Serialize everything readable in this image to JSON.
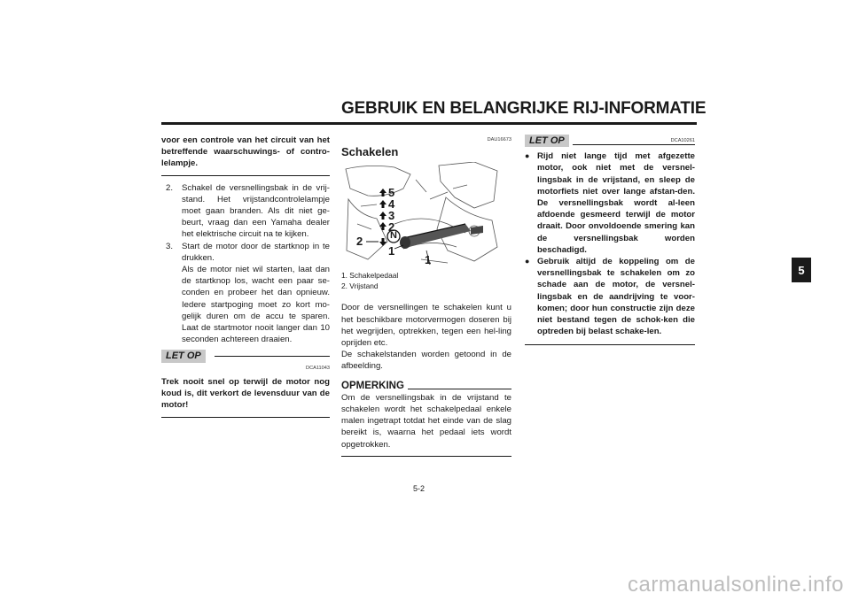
{
  "header": {
    "title": "GEBRUIK EN BELANGRIJKE RIJ-INFORMATIE"
  },
  "side_tab": "5",
  "left": {
    "intro_bold": "voor een controle van het circuit van het betreffende waarschuwings- of contro-lelampje.",
    "steps": [
      {
        "num": "2.",
        "text": "Schakel de versnellingsbak in de vrij-stand. Het vrijstandcontrolelampje moet gaan branden. Als dit niet ge-beurt, vraag dan een Yamaha dealer het elektrische circuit na te kijken."
      },
      {
        "num": "3.",
        "text": "Start de motor door de startknop in te drukken.",
        "extra": "Als de motor niet wil starten, laat dan de startknop los, wacht een paar se-conden en probeer het dan opnieuw. Iedere startpoging moet zo kort mo-gelijk duren om de accu te sparen. Laat de startmotor nooit langer dan 10 seconden achtereen draaien."
      }
    ],
    "notice_label": "LET OP",
    "notice_code": "DCA11043",
    "notice_text": "Trek nooit snel op terwijl de motor nog koud is, dit verkort de levensduur van de motor!"
  },
  "middle": {
    "code": "DAU16673",
    "heading": "Schakelen",
    "figure_labels": {
      "gears": [
        "5",
        "4",
        "3",
        "2",
        "N",
        "1"
      ],
      "callout_1": "1",
      "callout_2": "2"
    },
    "captions": [
      "1. Schakelpedaal",
      "2. Vrijstand"
    ],
    "body": "Door de versnellingen te schakelen kunt u het beschikbare motorvermogen doseren bij het wegrijden, optrekken, tegen een hel-ling oprijden etc.",
    "body2": "De schakelstanden worden getoond in de afbeelding.",
    "note_label": "OPMERKING",
    "note_text": "Om de versnellingsbak in de vrijstand te schakelen wordt het schakelpedaal enkele malen ingetrapt totdat het einde van de slag bereikt is, waarna het pedaal iets wordt opgetrokken."
  },
  "right": {
    "notice_label": "LET OP",
    "notice_code": "DCA10261",
    "bullets": [
      "Rijd niet lange tijd met afgezette motor, ook niet met de versnel-lingsbak in de vrijstand, en sleep de motorfiets niet over lange afstan-den. De versnellingsbak wordt al-leen afdoende gesmeerd terwijl de motor draait. Door onvoldoende smering kan de versnellingsbak worden beschadigd.",
      "Gebruik altijd de koppeling om de versnellingsbak te schakelen om zo schade aan de motor, de versnel-lingsbak en de aandrijving te voor-komen; door hun constructie zijn deze niet bestand tegen de schok-ken die optreden bij belast schake-len."
    ]
  },
  "footer": {
    "page": "5-2",
    "watermark": "carmanualsonline.info"
  }
}
